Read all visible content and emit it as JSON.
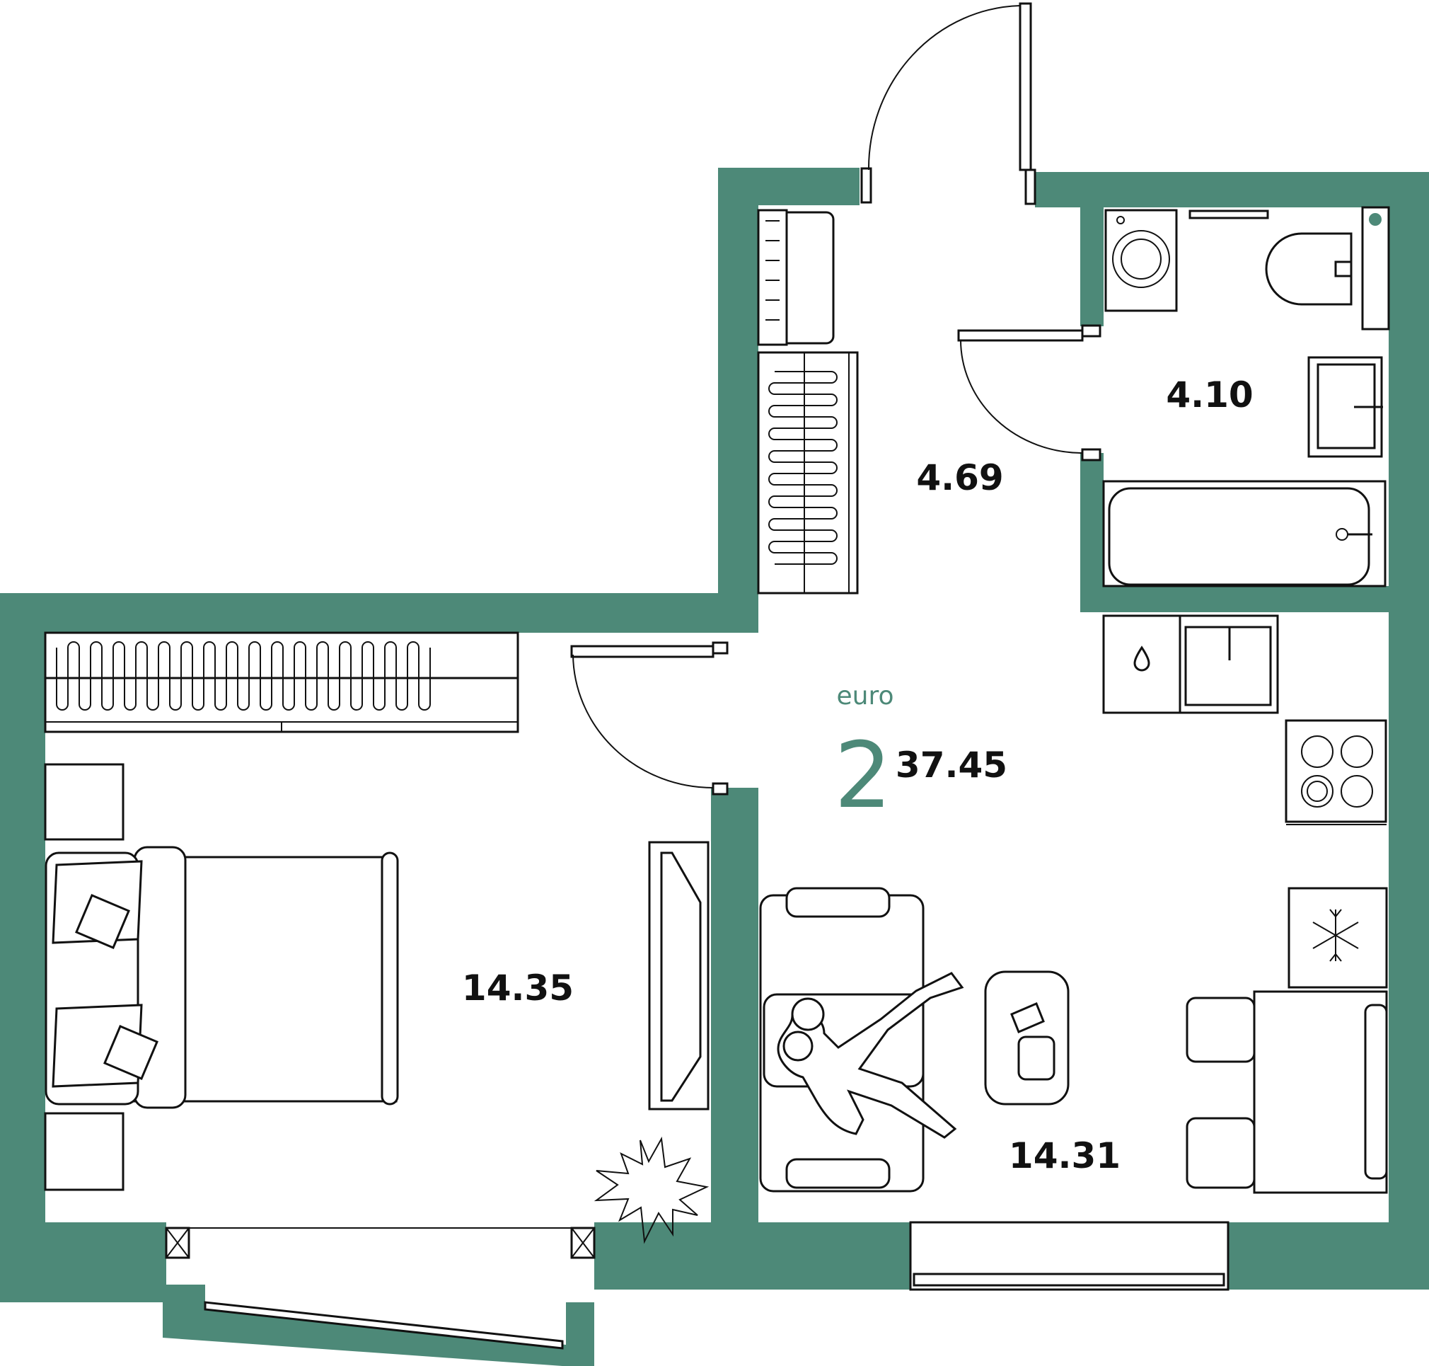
{
  "colors": {
    "wall": "#4d8978",
    "accent": "#4d8978",
    "line": "#111111",
    "background": "#ffffff"
  },
  "apartment": {
    "type_label": "euro",
    "rooms": "2",
    "total_area": "37.45"
  },
  "rooms": {
    "hallway_area": "4.69",
    "bathroom_area": "4.10",
    "bedroom_area": "14.35",
    "living_kitchen_area": "14.31"
  },
  "icons": [
    "snowflake-icon",
    "water-drop-icon",
    "plant-icon"
  ]
}
